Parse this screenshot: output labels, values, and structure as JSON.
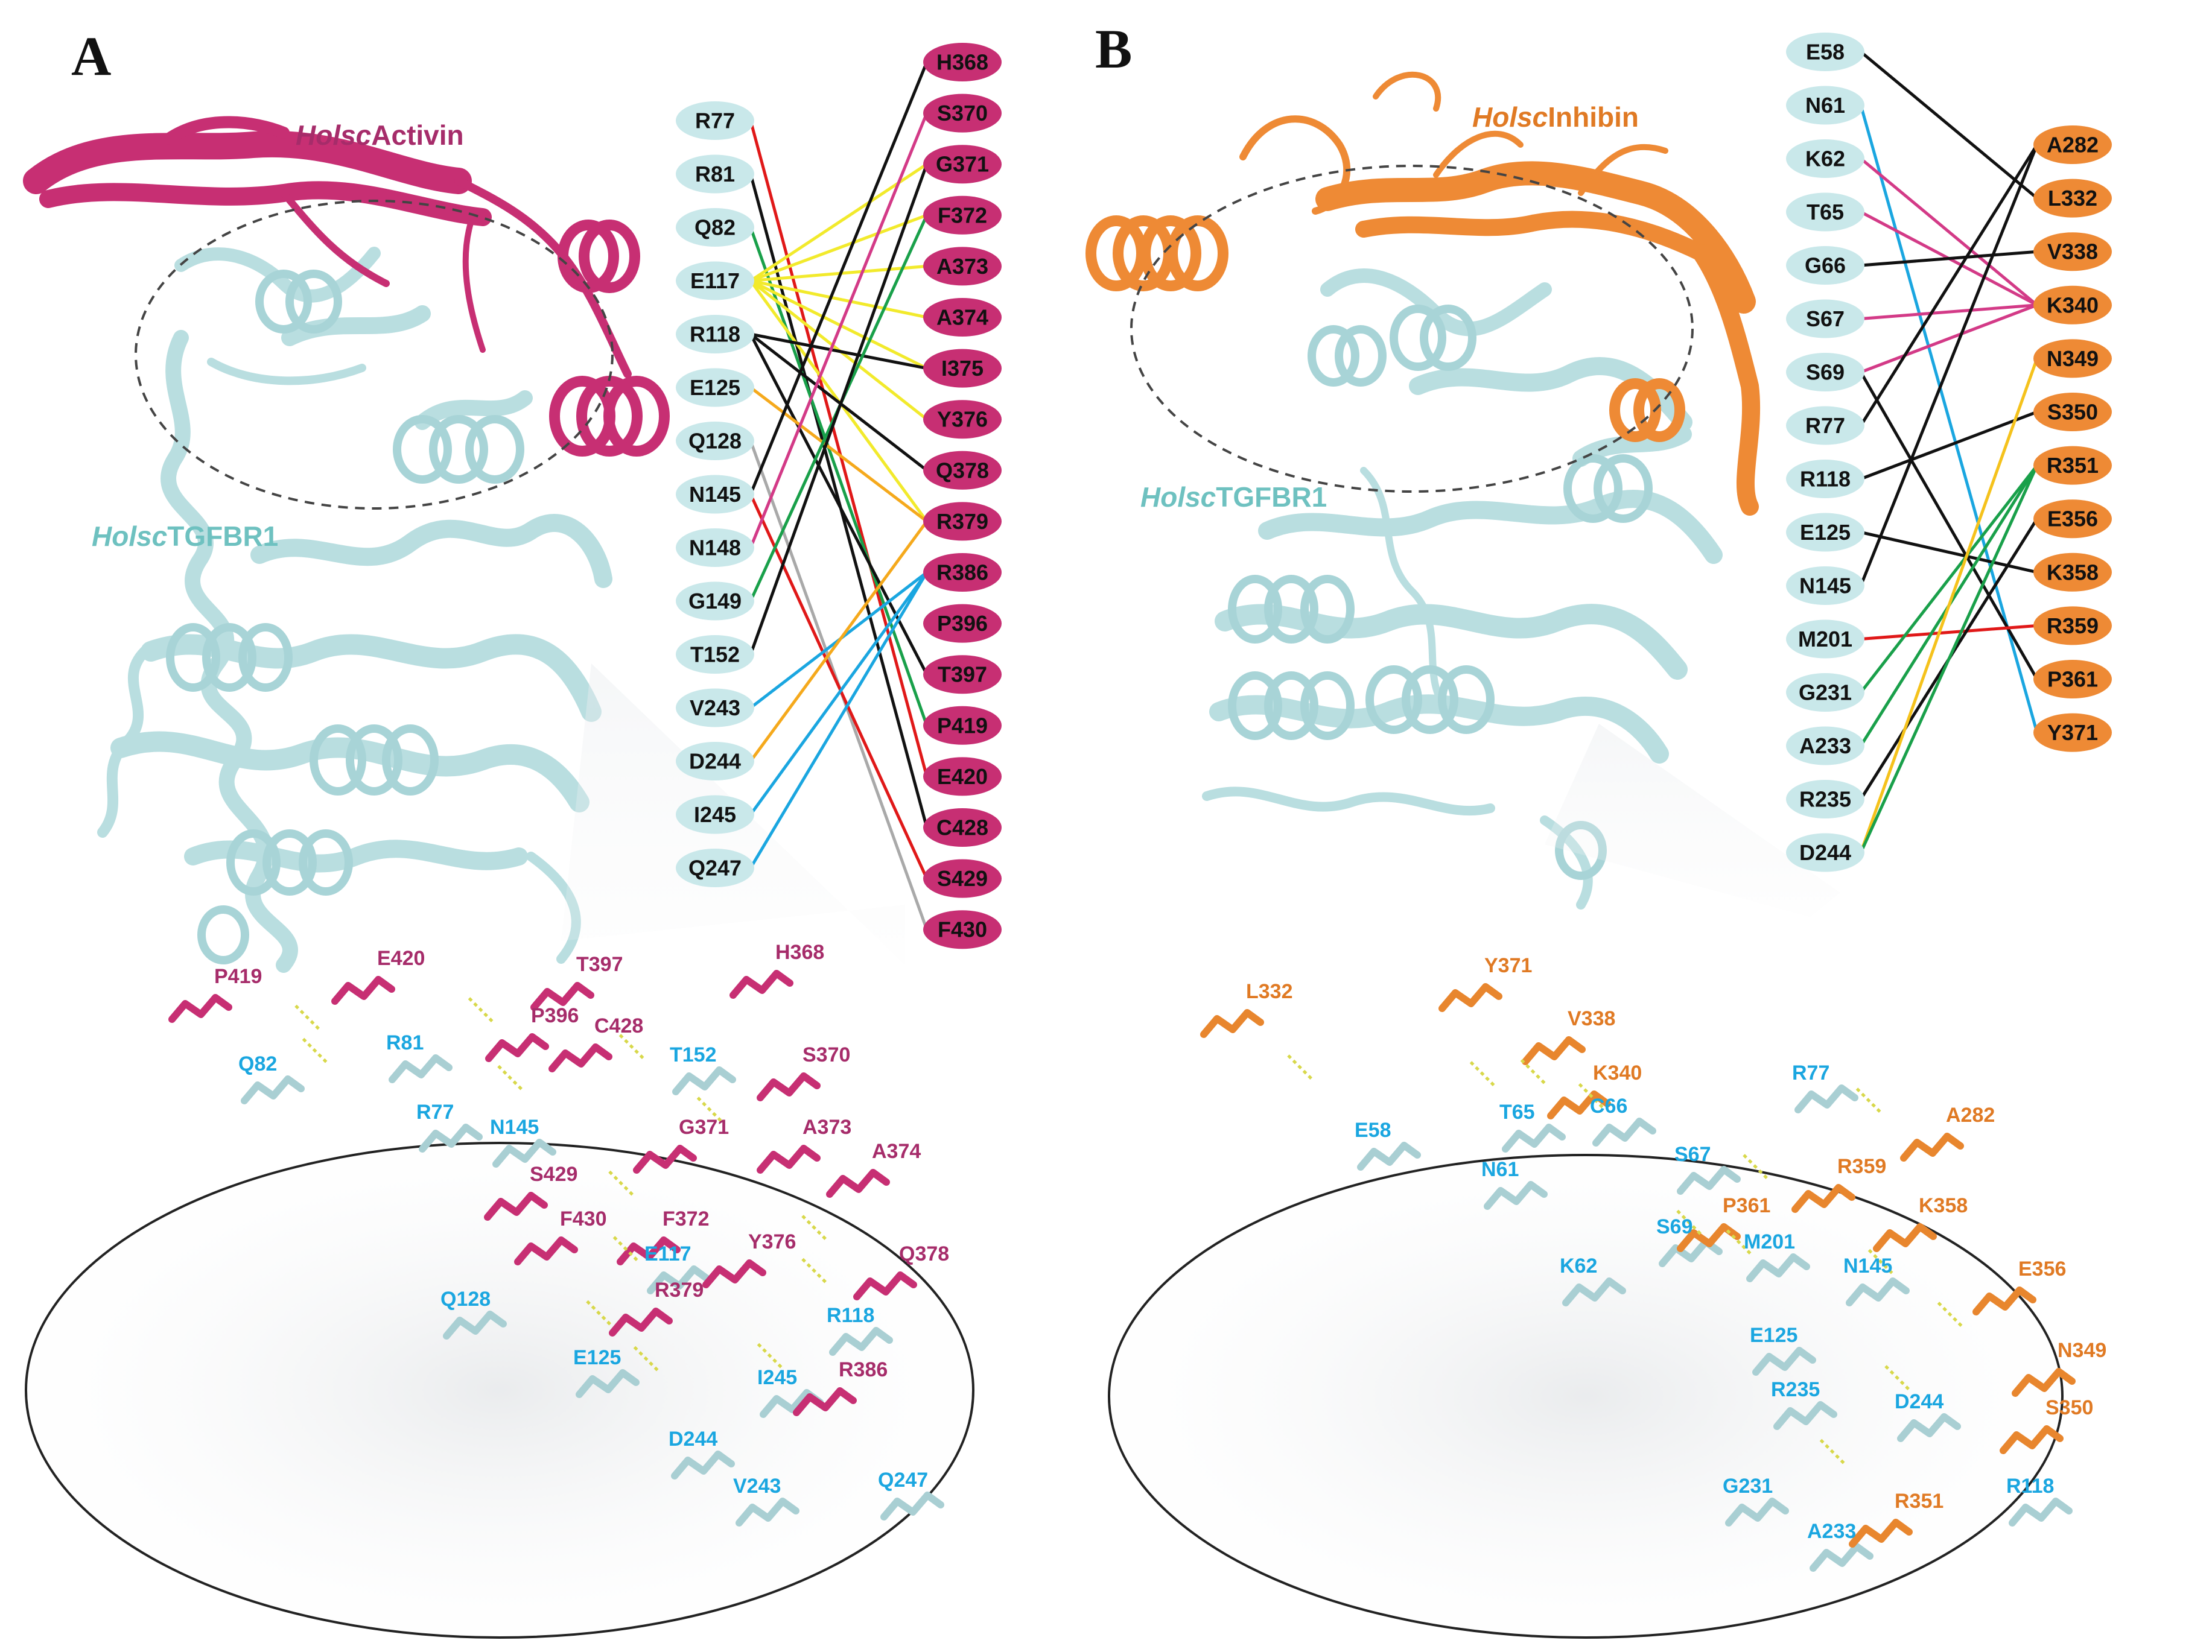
{
  "panels": [
    {
      "id": "A",
      "letter": "A",
      "ligand": {
        "prefix": "Holsc",
        "suffix": "Activin",
        "color": "#A62C6A",
        "ribbon_color": "#C72F73"
      },
      "receptor": {
        "prefix": "Holsc",
        "suffix": "TGFBR1",
        "color": "#6EC1C0",
        "ribbon_color": "#B9DEE0"
      },
      "receptor_residues": [
        "R77",
        "R81",
        "Q82",
        "E117",
        "R118",
        "E125",
        "Q128",
        "N145",
        "N148",
        "G149",
        "T152",
        "V243",
        "D244",
        "I245",
        "Q247"
      ],
      "ligand_residues": [
        "H368",
        "S370",
        "G371",
        "F372",
        "A373",
        "A374",
        "I375",
        "Y376",
        "Q378",
        "R379",
        "R386",
        "P396",
        "T397",
        "P419",
        "E420",
        "C428",
        "S429",
        "F430"
      ],
      "links": [
        [
          "R77",
          "E420",
          "#E01818"
        ],
        [
          "R81",
          "C428",
          "#111111"
        ],
        [
          "Q82",
          "P419",
          "#19A04A"
        ],
        [
          "E117",
          "G371",
          "#F2EA2C"
        ],
        [
          "E117",
          "F372",
          "#F2EA2C"
        ],
        [
          "E117",
          "A373",
          "#F2EA2C"
        ],
        [
          "E117",
          "A374",
          "#F2EA2C"
        ],
        [
          "E117",
          "I375",
          "#F2EA2C"
        ],
        [
          "E117",
          "Y376",
          "#F2EA2C"
        ],
        [
          "E117",
          "R379",
          "#F2EA2C"
        ],
        [
          "R118",
          "I375",
          "#111111"
        ],
        [
          "R118",
          "Q378",
          "#111111"
        ],
        [
          "R118",
          "T397",
          "#111111"
        ],
        [
          "E125",
          "R379",
          "#F5A91C"
        ],
        [
          "Q128",
          "F430",
          "#A9A9A9"
        ],
        [
          "N145",
          "H368",
          "#111111"
        ],
        [
          "N145",
          "S429",
          "#E01818"
        ],
        [
          "N148",
          "S370",
          "#D33A87"
        ],
        [
          "G149",
          "F372",
          "#19A04A"
        ],
        [
          "T152",
          "G371",
          "#111111"
        ],
        [
          "V243",
          "R386",
          "#1AA6E0"
        ],
        [
          "D244",
          "R379",
          "#F5A91C"
        ],
        [
          "I245",
          "R386",
          "#1AA6E0"
        ],
        [
          "Q247",
          "R386",
          "#1AA6E0"
        ]
      ],
      "detail_ligand": [
        "E420",
        "T397",
        "P419",
        "P396",
        "C428",
        "H368",
        "S370",
        "G371",
        "A373",
        "A374",
        "S429",
        "F430",
        "F372",
        "Y376",
        "Q378",
        "R379",
        "R386"
      ],
      "detail_receptor": [
        "Q82",
        "R81",
        "R77",
        "N145",
        "T152",
        "E117",
        "Q128",
        "E125",
        "R118",
        "I245",
        "D244",
        "V243",
        "Q247"
      ]
    },
    {
      "id": "B",
      "letter": "B",
      "ligand": {
        "prefix": "Holsc",
        "suffix": "Inhibin",
        "color": "#E07A24",
        "ribbon_color": "#EE8A35"
      },
      "receptor": {
        "prefix": "Holsc",
        "suffix": "TGFBR1",
        "color": "#6EC1C0",
        "ribbon_color": "#B9DEE0"
      },
      "receptor_residues": [
        "E58",
        "N61",
        "K62",
        "T65",
        "G66",
        "S67",
        "S69",
        "R77",
        "R118",
        "E125",
        "N145",
        "M201",
        "G231",
        "A233",
        "R235",
        "D244"
      ],
      "ligand_residues": [
        "A282",
        "L332",
        "V338",
        "K340",
        "N349",
        "S350",
        "R351",
        "E356",
        "K358",
        "R359",
        "P361",
        "Y371"
      ],
      "links": [
        [
          "E58",
          "L332",
          "#111111"
        ],
        [
          "N61",
          "Y371",
          "#1AA6E0"
        ],
        [
          "K62",
          "K340",
          "#D33A87"
        ],
        [
          "T65",
          "K340",
          "#D33A87"
        ],
        [
          "G66",
          "V338",
          "#111111"
        ],
        [
          "S67",
          "K340",
          "#D33A87"
        ],
        [
          "S69",
          "K340",
          "#D33A87"
        ],
        [
          "S69",
          "P361",
          "#111111"
        ],
        [
          "R77",
          "A282",
          "#111111"
        ],
        [
          "R118",
          "S350",
          "#111111"
        ],
        [
          "E125",
          "K358",
          "#111111"
        ],
        [
          "N145",
          "A282",
          "#111111"
        ],
        [
          "M201",
          "R359",
          "#E01818"
        ],
        [
          "G231",
          "R351",
          "#19A04A"
        ],
        [
          "A233",
          "R351",
          "#19A04A"
        ],
        [
          "R235",
          "E356",
          "#111111"
        ],
        [
          "D244",
          "N349",
          "#F5C21C"
        ],
        [
          "D244",
          "R351",
          "#19A04A"
        ]
      ],
      "detail_ligand": [
        "L332",
        "Y371",
        "V338",
        "K340",
        "A282",
        "R359",
        "P361",
        "K358",
        "E356",
        "N349",
        "S350",
        "R351"
      ],
      "detail_receptor": [
        "E58",
        "N61",
        "T65",
        "C66",
        "R77",
        "S67",
        "S69",
        "K62",
        "M201",
        "N145",
        "E125",
        "R235",
        "D244",
        "R118",
        "G231",
        "A233"
      ]
    }
  ]
}
